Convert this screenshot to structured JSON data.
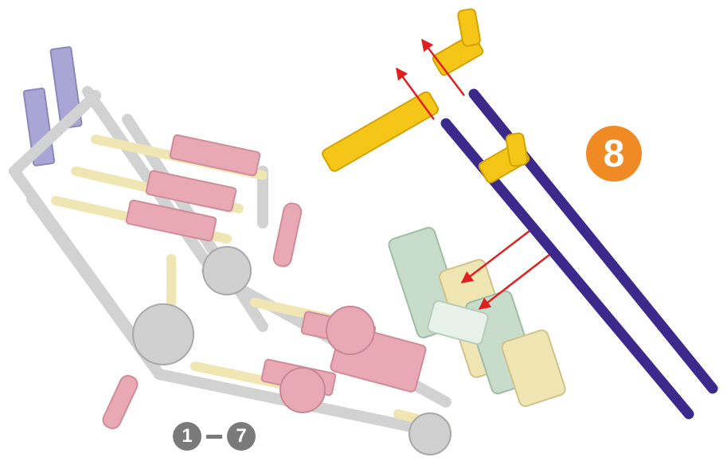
{
  "step": {
    "number": "8",
    "badge_color": "#f08a24"
  },
  "previous_steps": {
    "from": "1",
    "to": "7"
  },
  "palette": {
    "purple_rod": "#3b2a8c",
    "yellow_connector": "#f5c518",
    "arrow": "#e02020",
    "pink_gear": "#e8a8b4",
    "gray_part": "#d6d6d6",
    "lavender_part": "#a9a6d6",
    "mint_part": "#c8dccb",
    "cream_rod": "#f0e6b4"
  }
}
